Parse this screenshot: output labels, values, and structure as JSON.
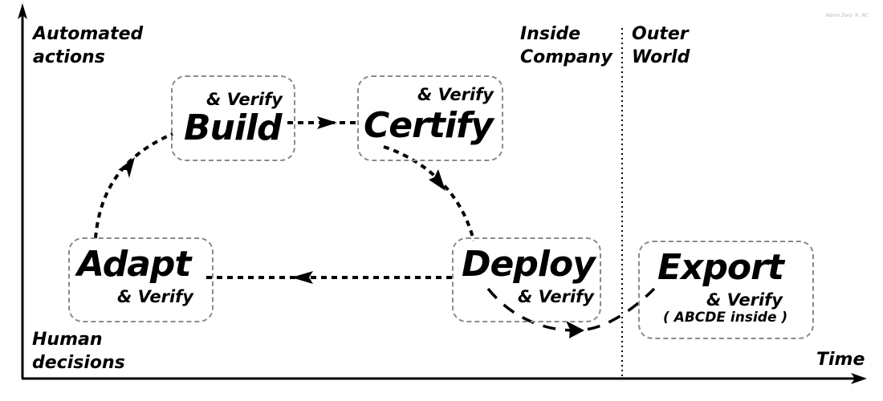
{
  "watermark": "Warm Zero ®, RC",
  "axes": {
    "y_top_label": [
      "Automated",
      "actions"
    ],
    "y_bottom_label": [
      "Human",
      "decisions"
    ],
    "x_label": "Time"
  },
  "regions": {
    "inside": [
      "Inside",
      "Company"
    ],
    "outside": [
      "Outer",
      "World"
    ]
  },
  "stages": {
    "build": {
      "title": "Build",
      "subtitle": "& Verify"
    },
    "certify": {
      "title": "Certify",
      "subtitle": "& Verify"
    },
    "deploy": {
      "title": "Deploy",
      "subtitle": "& Verify"
    },
    "adapt": {
      "title": "Adapt",
      "subtitle": "& Verify"
    },
    "export": {
      "title": "Export",
      "subtitle": "& Verify",
      "note": "( ABCDE inside )"
    }
  },
  "flows": [
    {
      "from": "adapt",
      "to": "build"
    },
    {
      "from": "build",
      "to": "certify"
    },
    {
      "from": "certify",
      "to": "deploy"
    },
    {
      "from": "deploy",
      "to": "adapt"
    },
    {
      "from": "deploy",
      "to": "export"
    }
  ],
  "colors": {
    "ink": "#000000",
    "box_border": "#8a8a8a",
    "watermark": "#b9b9b9"
  }
}
